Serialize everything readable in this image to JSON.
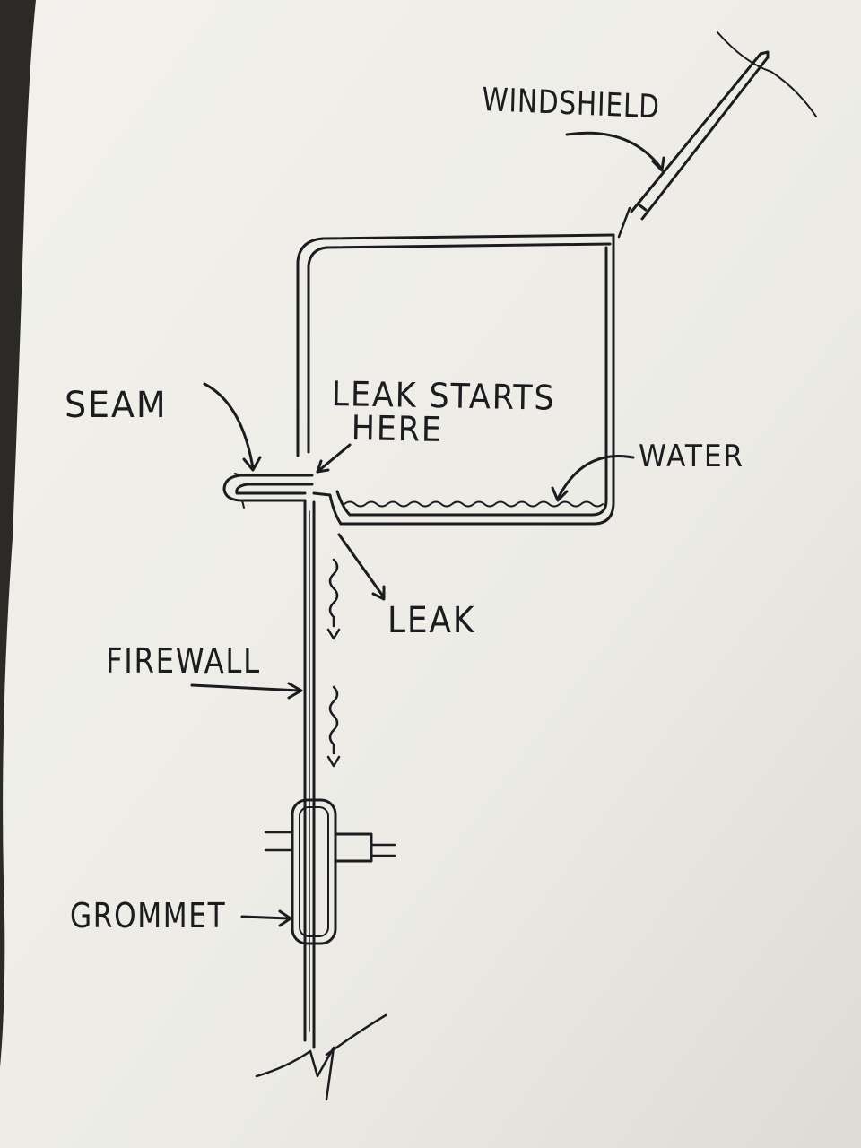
{
  "labels": {
    "windshield": "WINDSHIELD",
    "leak_starts_line1": "LEAK STARTS",
    "leak_starts_line2": "HERE",
    "seam": "SEAM",
    "water": "WATER",
    "leak": "LEAK",
    "firewall": "FIREWALL",
    "grommet": "GROMMET"
  },
  "colors": {
    "ink": "#1c1c20",
    "paper": "#efeee8",
    "background": "#2b2a26"
  }
}
